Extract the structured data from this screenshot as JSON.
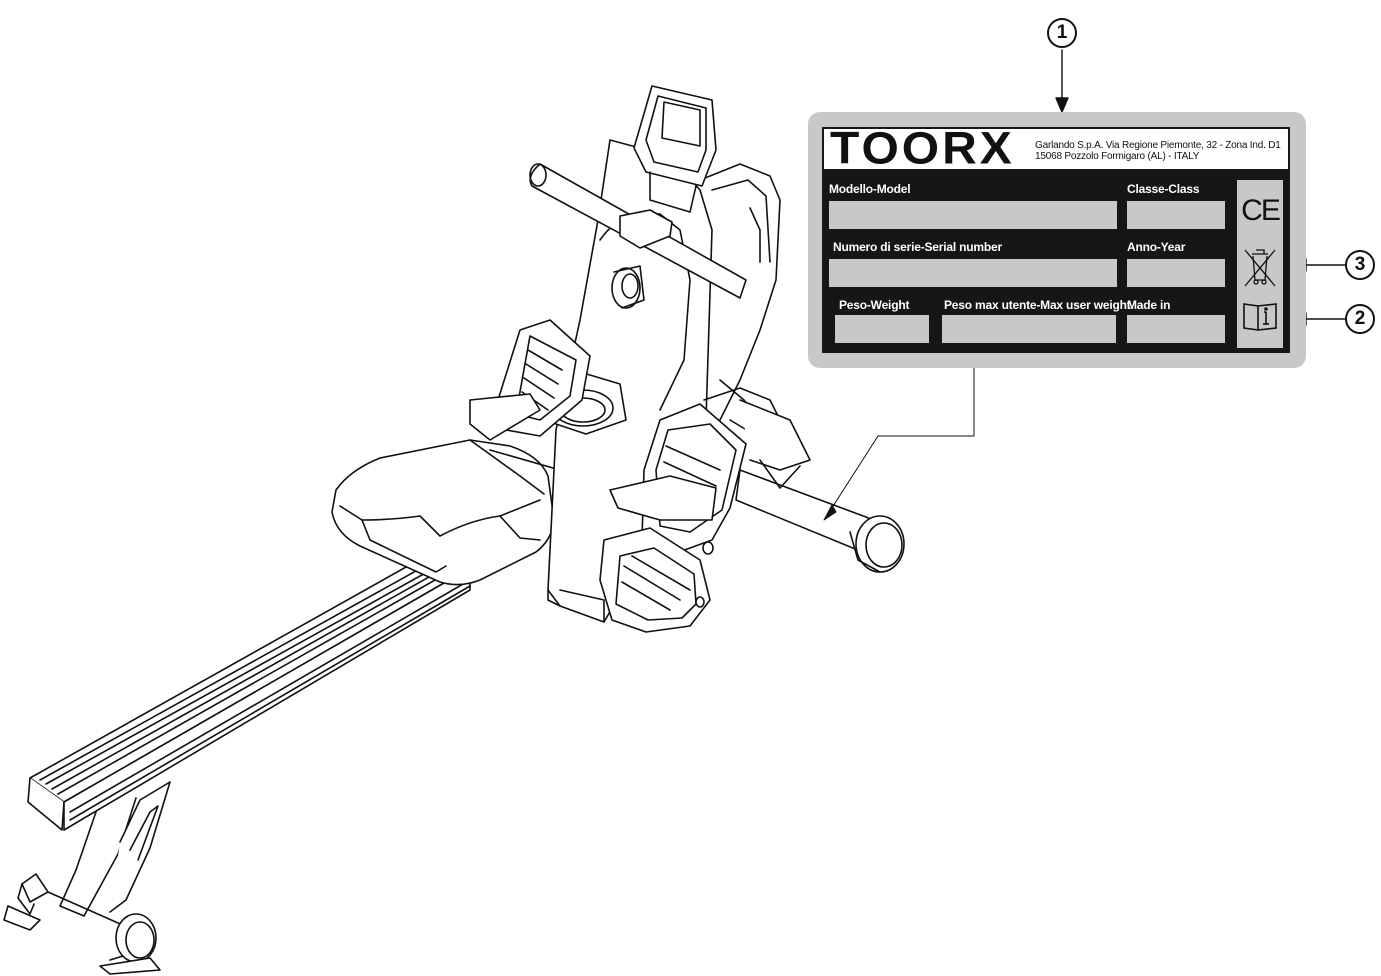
{
  "label": {
    "brand": "TOORX",
    "address": "Garlando S.p.A. Via Regione Piemonte, 32 - Zona Ind. D1\n15068 Pozzolo Formigaro (AL) - ITALY",
    "fields": {
      "model": "Modello-Model",
      "class": "Classe-Class",
      "serial": "Numero di serie-Serial number",
      "year": "Anno-Year",
      "weight": "Peso-Weight",
      "max_user_weight": "Peso max utente-Max user weight",
      "made_in": "Made in"
    },
    "marks": {
      "ce": "CE",
      "weee_icon": "weee-bin-icon",
      "manual_icon": "manual-info-icon"
    }
  },
  "callouts": [
    "1",
    "2",
    "3"
  ],
  "colors": {
    "ink": "#161616",
    "plate_grey": "#c8c8c8",
    "background": "#ffffff"
  }
}
